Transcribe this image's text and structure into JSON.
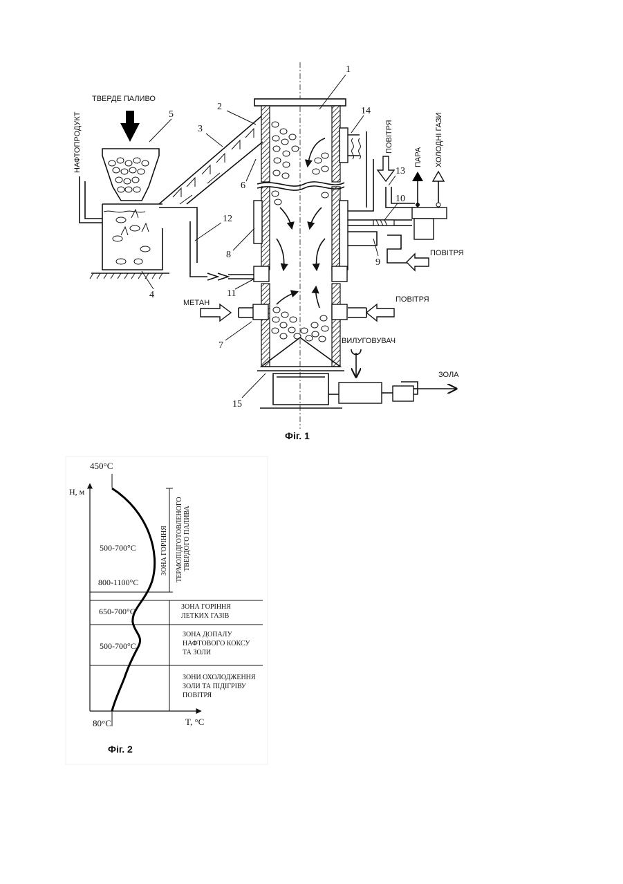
{
  "figure1": {
    "caption": "Фіг. 1",
    "labels": {
      "solid_fuel": "ТВЕРДЕ ПАЛИВО",
      "oil_product": "НАФТОПРОДУКТ",
      "air_top": "ПОВІТРЯ",
      "steam": "ПАРА",
      "cold_gases": "ХОЛОДНІ ГАЗИ",
      "air_right1": "ПОВІТРЯ",
      "air_right2": "ПОВІТРЯ",
      "methane": "МЕТАН",
      "leacher": "ВИЛУГОВУВАЧ",
      "ash": "ЗОЛА"
    },
    "numbers": [
      "1",
      "2",
      "3",
      "4",
      "5",
      "6",
      "7",
      "8",
      "9",
      "10",
      "11",
      "12",
      "13",
      "14",
      "15"
    ]
  },
  "figure2": {
    "caption": "Фіг. 2",
    "top_temp": "450°C",
    "bottom_temp": "80°C",
    "y_axis_label": "H, м",
    "x_axis_label": "T, °C",
    "temps": {
      "t1": "500-700°C",
      "t2": "800-1100°C",
      "t3": "650-700°C",
      "t4": "500-700°C"
    },
    "zones": {
      "zone1_a": "ЗОНА ГОРІННЯ",
      "zone1_b_1": "ТЕРМОПІДГОТОВЛЕНОГО",
      "zone1_b_2": "ТВЕРДОГО ПАЛИВА",
      "zone2_1": "ЗОНА ГОРІННЯ",
      "zone2_2": "ЛЕТКИХ ГАЗІВ",
      "zone3_1": "ЗОНА ДОПАЛУ",
      "zone3_2": "НАФТОВОГО КОКСУ",
      "zone3_3": "ТА ЗОЛИ",
      "zone4_1": "ЗОНИ ОХОЛОДЖЕННЯ",
      "zone4_2": "ЗОЛИ ТА ПІДІГРІВУ",
      "zone4_3": "ПОВІТРЯ"
    }
  }
}
